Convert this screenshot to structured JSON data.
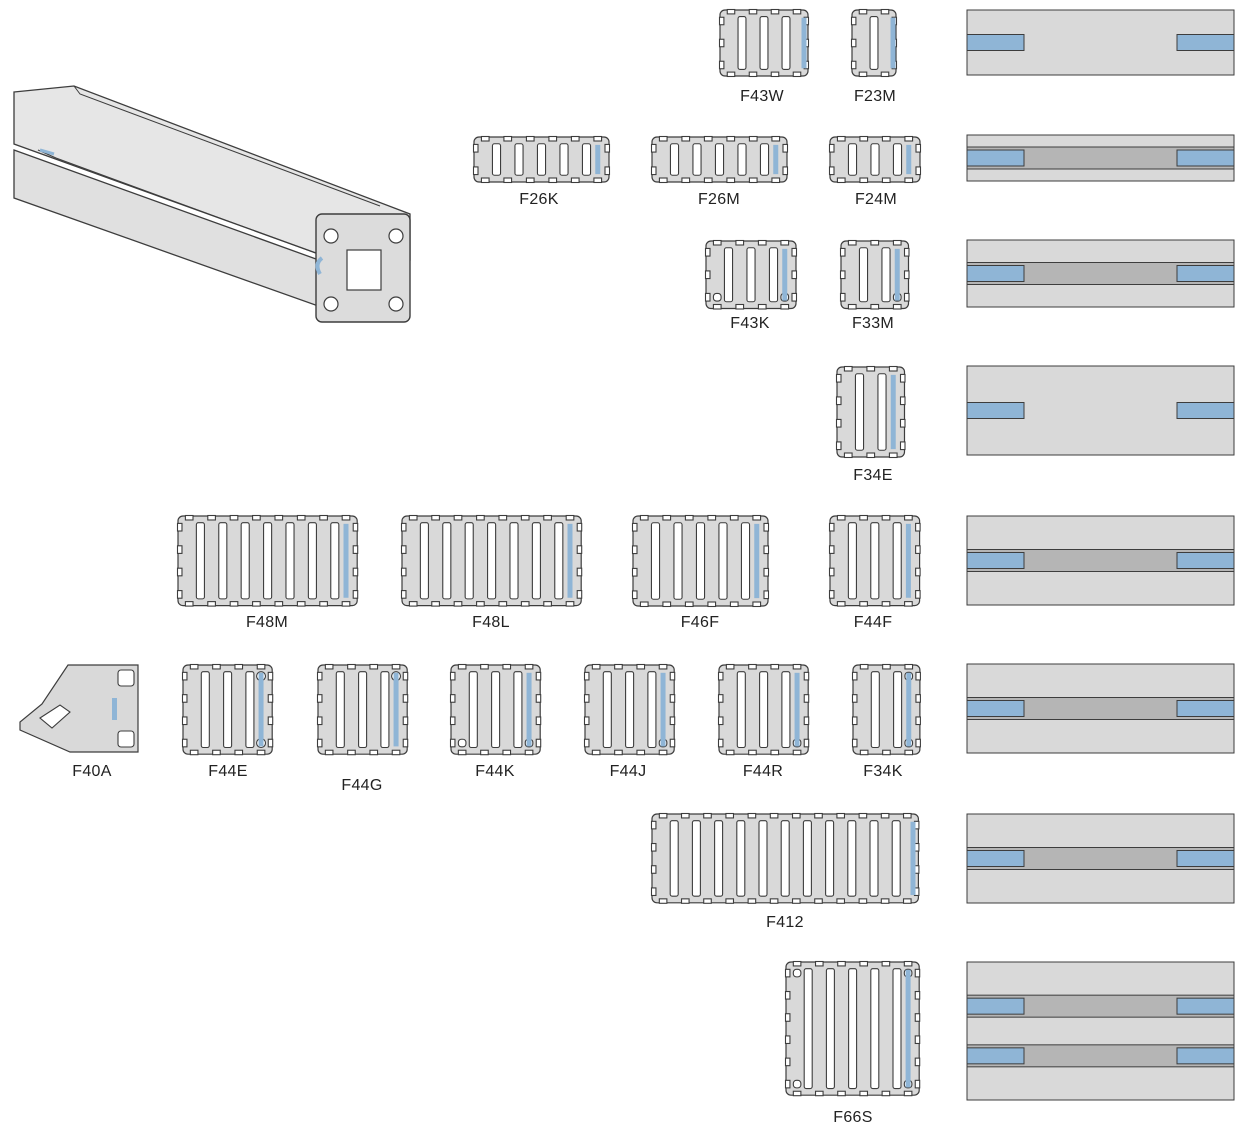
{
  "colors": {
    "profile_fill": "#d9d9d9",
    "outline": "#3d3d3d",
    "connector_marker": "#8fb5d6",
    "panel_band": "#b5b5b5"
  },
  "isometric_illustration": "extruded-profile-with-connector",
  "profiles": [
    {
      "id": "F43W",
      "label": "F43W"
    },
    {
      "id": "F23M",
      "label": "F23M"
    },
    {
      "id": "F26K",
      "label": "F26K"
    },
    {
      "id": "F26M",
      "label": "F26M"
    },
    {
      "id": "F24M",
      "label": "F24M"
    },
    {
      "id": "F43K",
      "label": "F43K"
    },
    {
      "id": "F33M",
      "label": "F33M"
    },
    {
      "id": "F34E",
      "label": "F34E"
    },
    {
      "id": "F48M",
      "label": "F48M"
    },
    {
      "id": "F48L",
      "label": "F48L"
    },
    {
      "id": "F46F",
      "label": "F46F"
    },
    {
      "id": "F44F",
      "label": "F44F"
    },
    {
      "id": "F40A",
      "label": "F40A"
    },
    {
      "id": "F44E",
      "label": "F44E"
    },
    {
      "id": "F44G",
      "label": "F44G"
    },
    {
      "id": "F44K",
      "label": "F44K"
    },
    {
      "id": "F44J",
      "label": "F44J"
    },
    {
      "id": "F44R",
      "label": "F44R"
    },
    {
      "id": "F34K",
      "label": "F34K"
    },
    {
      "id": "F412",
      "label": "F412"
    },
    {
      "id": "F66S",
      "label": "F66S"
    }
  ],
  "side_panels": [
    {
      "row": 1,
      "bands": 0,
      "connector_rows": 1
    },
    {
      "row": 2,
      "bands": 1,
      "connector_rows": 1
    },
    {
      "row": 3,
      "bands": 1,
      "connector_rows": 1
    },
    {
      "row": 4,
      "bands": 0,
      "connector_rows": 1
    },
    {
      "row": 5,
      "bands": 1,
      "connector_rows": 1
    },
    {
      "row": 6,
      "bands": 1,
      "connector_rows": 1
    },
    {
      "row": 7,
      "bands": 1,
      "connector_rows": 1
    },
    {
      "row": 8,
      "bands": 2,
      "connector_rows": 2
    }
  ]
}
